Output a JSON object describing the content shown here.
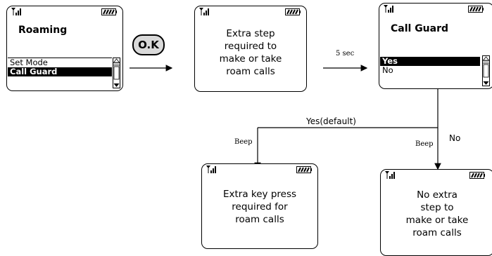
{
  "screen1": {
    "title": "Roaming",
    "menu": [
      "Set Mode",
      "Call Guard"
    ]
  },
  "ok_button": {
    "label": "O.K"
  },
  "screen2": {
    "lines": [
      "Extra step",
      "required to",
      "make or take",
      "roam calls"
    ]
  },
  "label_5sec": "5 sec",
  "screen3": {
    "title": "Call Guard",
    "options": [
      "Yes",
      "No"
    ]
  },
  "label_yes_default": "Yes(default)",
  "label_no": "No",
  "label_beep_left": "Beep",
  "label_beep_right": "Beep",
  "screen4": {
    "lines": [
      "Extra key press",
      "required for",
      "roam calls"
    ]
  },
  "screen5": {
    "lines": [
      "No extra",
      "step to",
      "make or take",
      "roam calls"
    ]
  }
}
